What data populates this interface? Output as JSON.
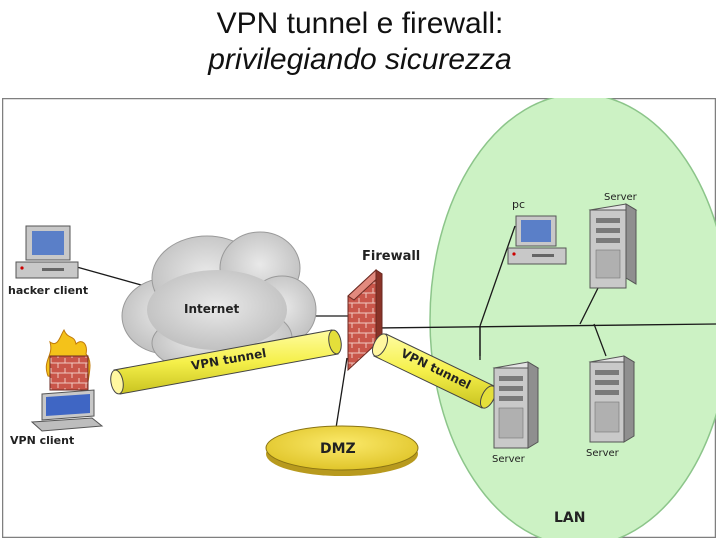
{
  "slide": {
    "title_line1": "VPN tunnel e firewall:",
    "title_line2": "privilegiando sicurezza"
  },
  "diagram": {
    "labels": {
      "internet": "Internet",
      "firewall": "Firewall",
      "dmz": "DMZ",
      "lan": "LAN",
      "vpn_tunnel_1": "VPN tunnel",
      "vpn_tunnel_2": "VPN tunnel",
      "hacker_client": "hacker client",
      "vpn_client": "VPN client",
      "pc": "pc",
      "server_top": "Server",
      "server_bottom_left": "Server",
      "server_bottom_right": "Server"
    },
    "colors": {
      "lan_zone": "#ccf2c4",
      "tunnel": "#f5f04a",
      "dmz": "#f2dc3c",
      "firewall": "#c9564a",
      "cloud": "#cfcfcf"
    }
  }
}
